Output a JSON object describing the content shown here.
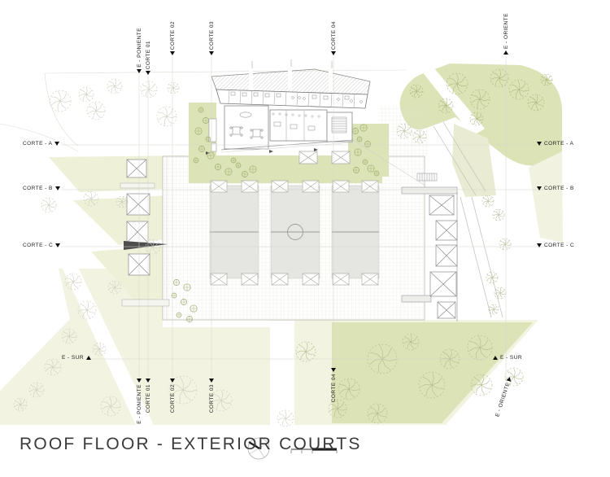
{
  "title": "ROOF FLOOR - EXTERIOR COURTS",
  "colors": {
    "green": "#dce3b6",
    "green_light": "#e9ecd2",
    "pale": "#f2f3e1",
    "wedge": "#eef0d8",
    "court": "#e5e5e2",
    "court_line": "#9c9c9c",
    "wall": "#8a8a8a",
    "tree_white_area": "#c9cdbd",
    "tree_green_area": "#a8b57d",
    "tree_bottom": "#adb98c",
    "bush": "#9fae72",
    "marker_black": "#111111"
  },
  "markers": {
    "top": [
      {
        "label": "E - PONIENTE"
      },
      {
        "label": "CORTE 01"
      },
      {
        "label": "CORTE 02"
      },
      {
        "label": "CORTE 03"
      },
      {
        "label": "CORTE 04"
      },
      {
        "label": "E - ORIENTE"
      }
    ],
    "left": [
      {
        "label": "CORTE - A"
      },
      {
        "label": "CORTE - B"
      },
      {
        "label": "CORTE - C"
      }
    ],
    "right": [
      {
        "label": "CORTE - A"
      },
      {
        "label": "CORTE - B"
      },
      {
        "label": "CORTE - C"
      }
    ],
    "bottom": [
      {
        "label": "E - SUR"
      },
      {
        "label": "E - SUR"
      },
      {
        "label": "E - PONIENTE"
      },
      {
        "label": "CORTE 01"
      },
      {
        "label": "CORTE 02"
      },
      {
        "label": "CORTE 03"
      },
      {
        "label": "CORTE 04"
      },
      {
        "label": "E - ORIENTE"
      }
    ]
  }
}
